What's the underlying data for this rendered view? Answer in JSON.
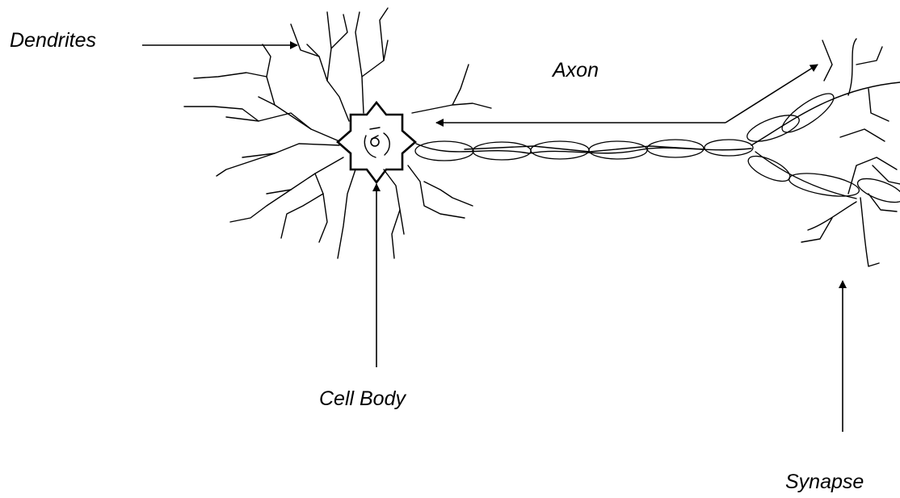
{
  "diagram": {
    "labels": {
      "dendrites": "Dendrites",
      "axon": "Axon",
      "cell_body": "Cell Body",
      "synapse": "Synapse"
    }
  }
}
